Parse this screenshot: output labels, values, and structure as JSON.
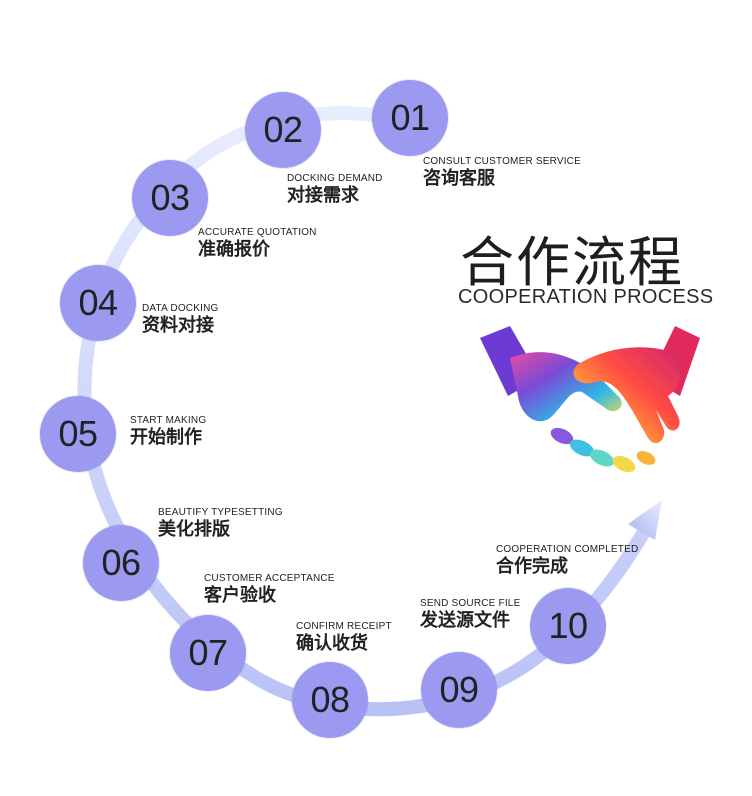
{
  "title": {
    "zh": "合作流程",
    "en": "COOPERATION PROCESS"
  },
  "steps": [
    {
      "num": "01",
      "en": "CONSULT CUSTOMER SERVICE",
      "zh": "咨询客服"
    },
    {
      "num": "02",
      "en": "DOCKING DEMAND",
      "zh": "对接需求"
    },
    {
      "num": "03",
      "en": "ACCURATE QUOTATION",
      "zh": "准确报价"
    },
    {
      "num": "04",
      "en": "DATA DOCKING",
      "zh": "资料对接"
    },
    {
      "num": "05",
      "en": "START MAKING",
      "zh": "开始制作"
    },
    {
      "num": "06",
      "en": "BEAUTIFY TYPESETTING",
      "zh": "美化排版"
    },
    {
      "num": "07",
      "en": "CUSTOMER ACCEPTANCE",
      "zh": "客户验收"
    },
    {
      "num": "08",
      "en": "CONFIRM RECEIPT",
      "zh": "确认收货"
    },
    {
      "num": "09",
      "en": "SEND SOURCE FILE",
      "zh": "发送源文件"
    },
    {
      "num": "10",
      "en": "COOPERATION COMPLETED",
      "zh": "合作完成"
    }
  ],
  "colors": {
    "node": "#9b9af0",
    "arc_light": "#e6ebff",
    "arc_dark": "#9aa6ee"
  },
  "icons": {
    "handshake": "handshake-icon",
    "arrow": "arrow-head-icon"
  }
}
